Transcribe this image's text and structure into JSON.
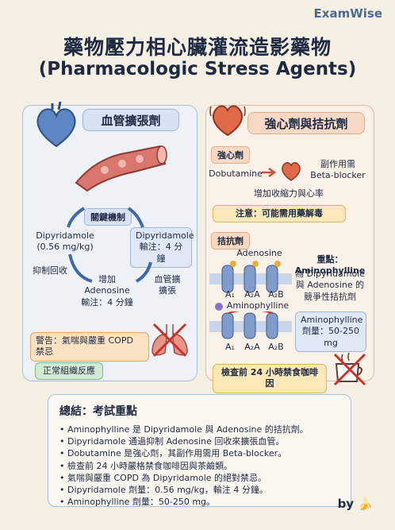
{
  "brand": "ExamWise",
  "title_zh": "藥物壓力相心臟灌流造影藥物",
  "title_en": "(Pharmacologic Stress Agents)",
  "left": {
    "header": "血管擴張劑",
    "mechanism_tag": "關鍵機制",
    "dipyridamole_left": "Dipyridamole\n(0.56 mg/kg)",
    "dipyridamole_right": "Dipyridamole\n輸注：4 分鐘",
    "inhibit": "抑制回收",
    "adenosine": "增加\nAdenosine\n輸注：4 分鐘",
    "dilate": "血管擴\n擴張",
    "warning": "警告：氣喘與嚴重 COPD 禁忌",
    "normal": "正常組織反應"
  },
  "right": {
    "header": "強心劑與拮抗劑",
    "inotrope_tag": "強心劑",
    "dobutamine": "Dobutamine",
    "side_effect": "副作用需\nBeta-blocker",
    "increase": "增加收縮力與心率",
    "note": "注意：可能需用藥解毒",
    "antagonist_tag": "拮抗劑",
    "adenosine": "Adenosine",
    "receptors": [
      "A₁",
      "A₂A",
      "A₂B"
    ],
    "aminophylline": "Aminophylline",
    "focus": "重點：Aminophylline",
    "competitive": "為 Dipyridamole\n與 Adenosine 的\n競爭性拮抗劑",
    "dose": "Aminophylline\n劑量：50-250 mg",
    "caffeine": "檢查前 24 小時禁食咖啡因"
  },
  "summary": {
    "title": "總結：考試重點",
    "items": [
      "Aminophylline 是 Dipyridamole 與 Adenosine 的拮抗劑。",
      "Dipyridamole 通過抑制 Adenosine 回收來擴張血管。",
      "Dobutamine 是強心劑，其副作用需用 Beta-blocker。",
      "檢查前 24 小時嚴格禁食咖啡因與茶鹼類。",
      "氣喘與嚴重 COPD 為 Dipyridamole 的絕對禁忌。",
      "Dipyridamole 劑量：0.56 mg/kg，輸注 4 分鐘。",
      "Aminophylline 劑量：50-250 mg。"
    ]
  },
  "byline": "by"
}
